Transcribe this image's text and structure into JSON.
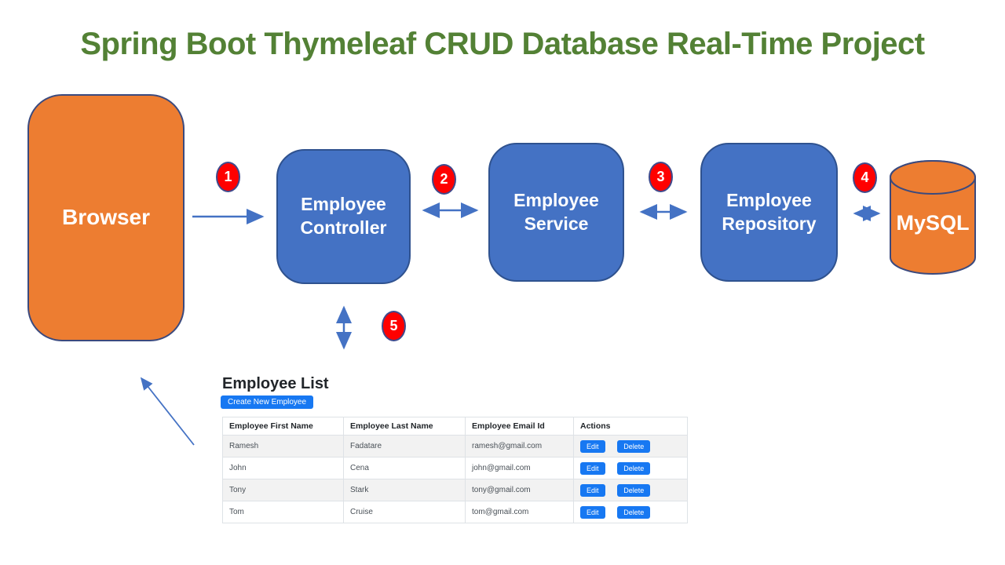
{
  "title": "Spring Boot Thymeleaf CRUD Database Real-Time Project",
  "diagram": {
    "nodes": [
      {
        "id": "browser",
        "label": "Browser"
      },
      {
        "id": "controller",
        "label": "Employee Controller"
      },
      {
        "id": "service",
        "label": "Employee Service"
      },
      {
        "id": "repository",
        "label": "Employee Repository"
      },
      {
        "id": "mysql",
        "label": "MySQL"
      }
    ],
    "steps": [
      "1",
      "2",
      "3",
      "4",
      "5"
    ]
  },
  "employee_list": {
    "heading": "Employee List",
    "create_button": "Create New Employee",
    "table": {
      "headers": [
        "Employee First Name",
        "Employee Last Name",
        "Employee Email Id",
        "Actions"
      ],
      "rows": [
        {
          "first": "Ramesh",
          "last": "Fadatare",
          "email": "ramesh@gmail.com"
        },
        {
          "first": "John",
          "last": "Cena",
          "email": "john@gmail.com"
        },
        {
          "first": "Tony",
          "last": "Stark",
          "email": "tony@gmail.com"
        },
        {
          "first": "Tom",
          "last": "Cruise",
          "email": "tom@gmail.com"
        }
      ],
      "edit_label": "Edit",
      "delete_label": "Delete"
    }
  },
  "colors": {
    "title_green": "#538135",
    "node_blue": "#4472C4",
    "node_blue_border": "#2F528F",
    "orange": "#ED7D31",
    "orange_border": "#3B4A7E",
    "arrow_blue": "#4472C4",
    "badge_red": "#FF0000",
    "badge_border": "#3F4A8C",
    "button_blue": "#1778F2",
    "table_border": "#DEE2E6",
    "row_stripe": "#F2F2F2"
  }
}
